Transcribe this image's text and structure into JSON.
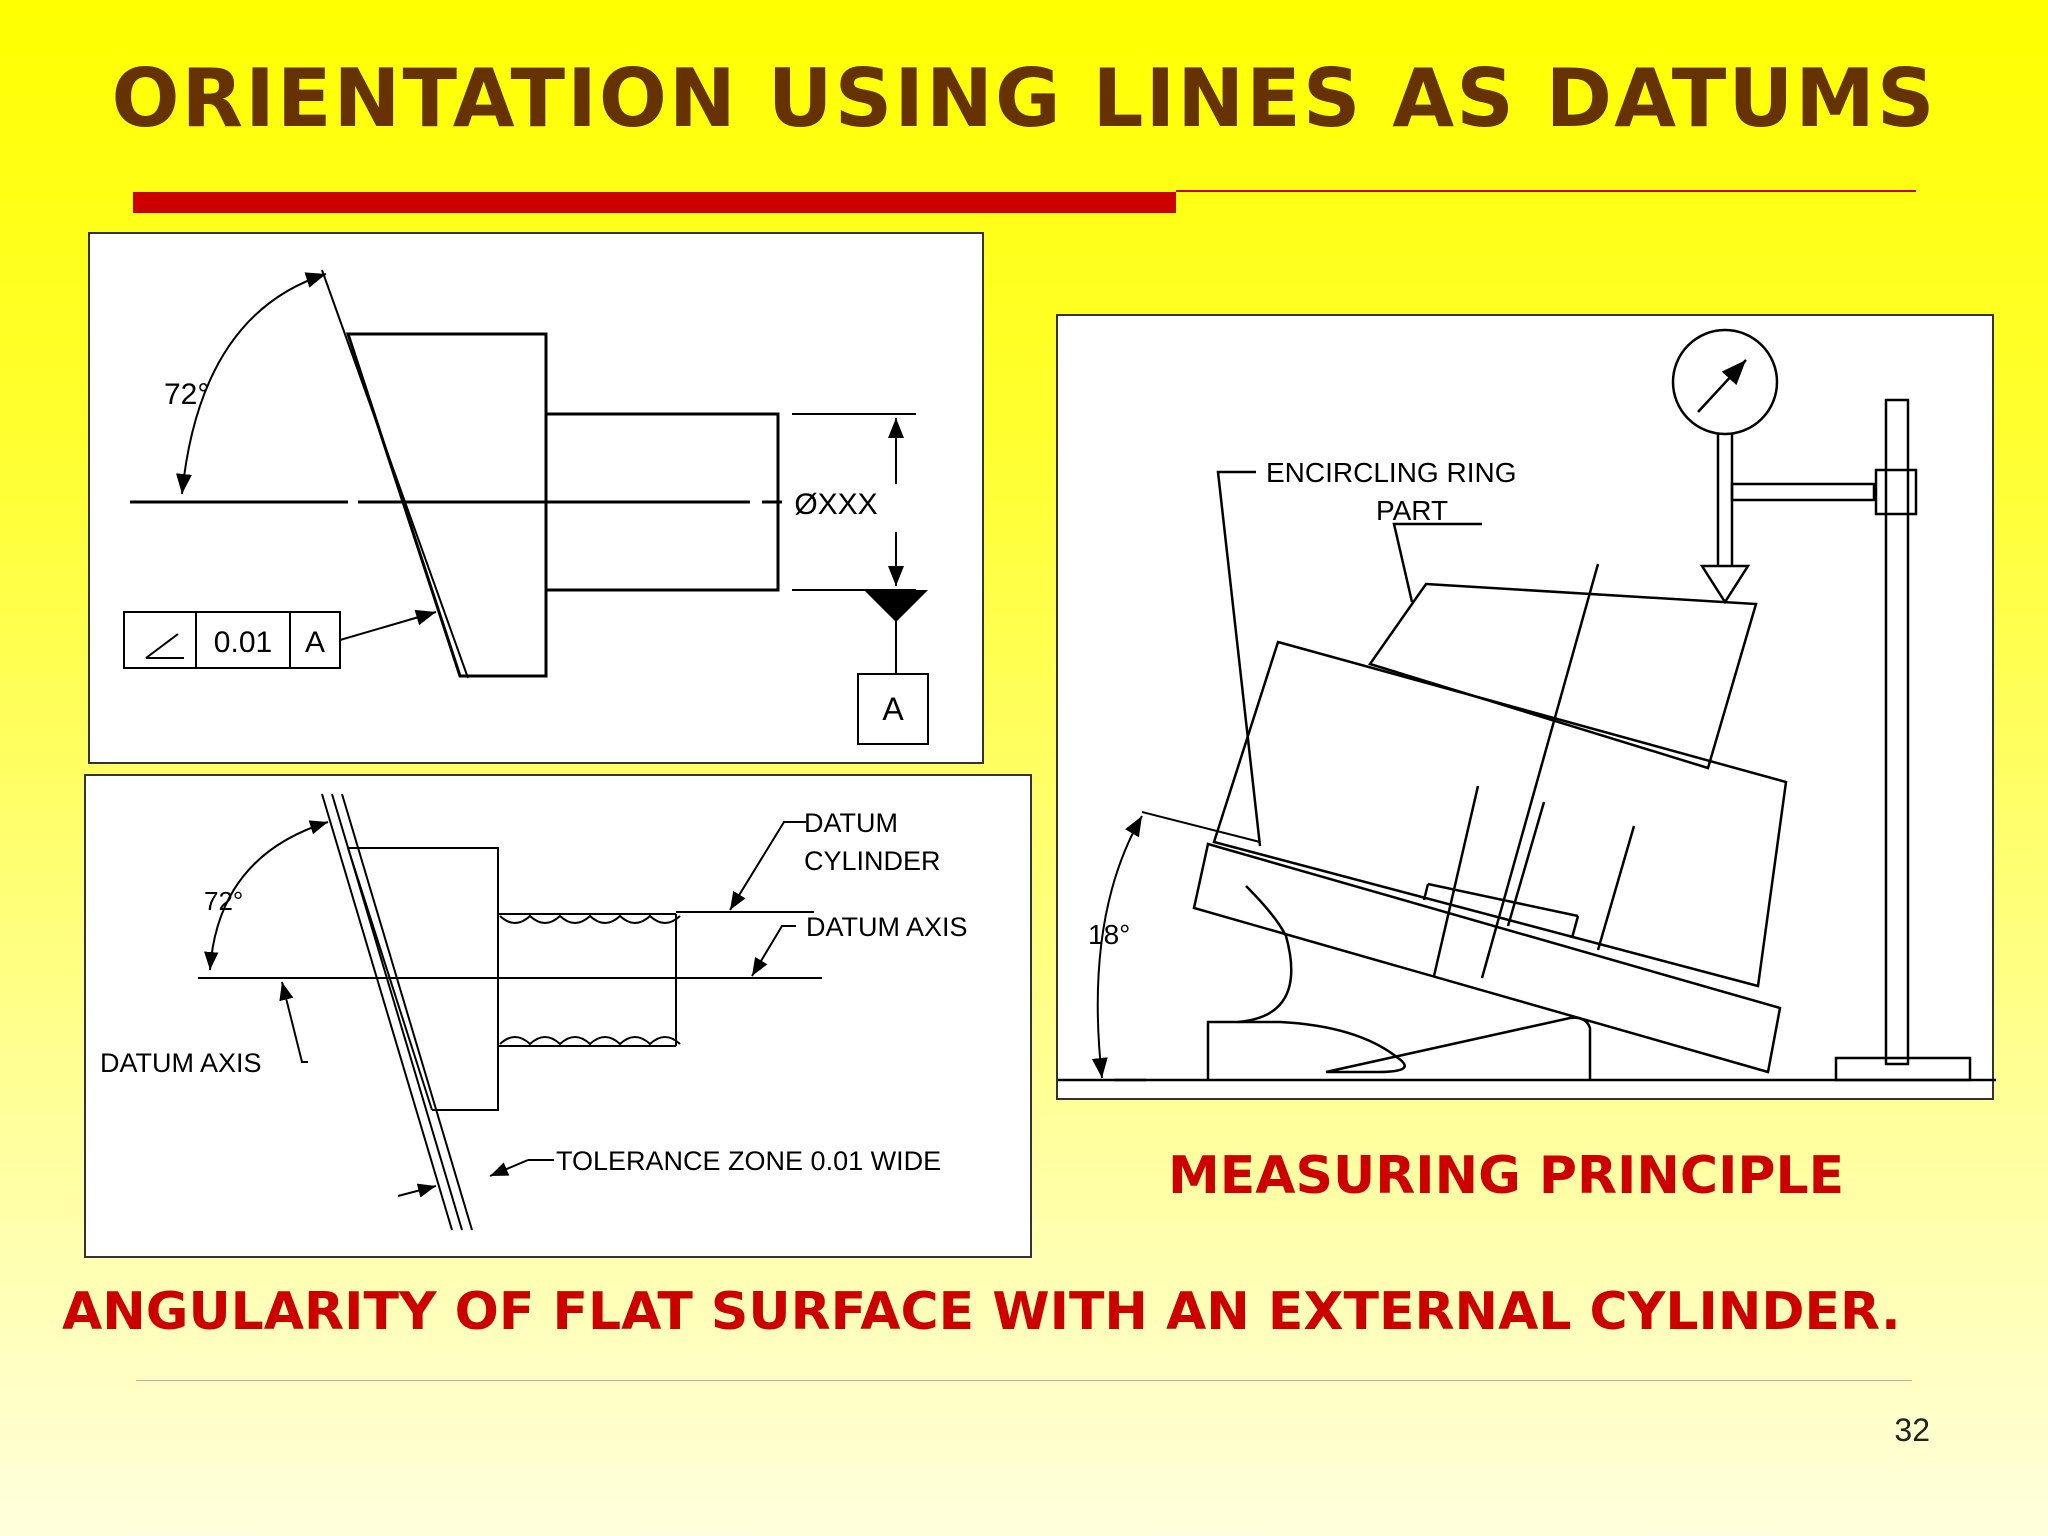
{
  "slide": {
    "title": "ORIENTATION USING LINES AS DATUMS",
    "page_number": "32",
    "colors": {
      "title": "#663300",
      "caption": "#cc0000",
      "rule": "#cc0000"
    }
  },
  "panel_top": {
    "angle": "72°",
    "diameter": "ØXXX",
    "frame_tolerance": "0.01",
    "frame_datum": "A",
    "datum_label": "A"
  },
  "panel_bottom": {
    "angle": "72°",
    "datum_cylinder_1": "DATUM",
    "datum_cylinder_2": "CYLINDER",
    "datum_axis_right": "DATUM AXIS",
    "datum_axis_left": "DATUM AXIS",
    "tolerance_zone": "TOLERANCE ZONE 0.01 WIDE"
  },
  "panel_right": {
    "label_line1": "ENCIRCLING RING",
    "label_line2": "PART",
    "angle": "18°"
  },
  "captions": {
    "measuring": "MEASURING PRINCIPLE",
    "angularity": "ANGULARITY OF FLAT SURFACE WITH AN EXTERNAL CYLINDER."
  }
}
